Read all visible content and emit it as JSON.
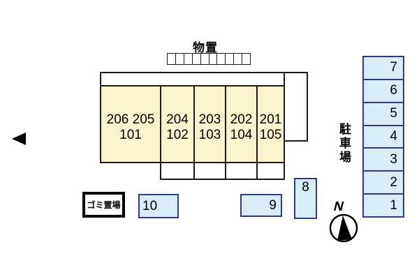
{
  "storage": {
    "label": "物置",
    "cell_count": 10
  },
  "building": {
    "units": [
      {
        "upper": "206 205",
        "lower": "101"
      },
      {
        "upper": "204",
        "lower": "102"
      },
      {
        "upper": "203",
        "lower": "103"
      },
      {
        "upper": "202",
        "lower": "104"
      },
      {
        "upper": "201",
        "lower": "105"
      }
    ]
  },
  "parking": {
    "area_label": "駐車場",
    "column_spaces": [
      "7",
      "6",
      "5",
      "4",
      "3",
      "2",
      "1"
    ],
    "space_8": "8",
    "space_9": "9",
    "space_10": "10"
  },
  "garbage": {
    "label": "ゴミ置場"
  },
  "compass": {
    "north_label": "N"
  },
  "colors": {
    "unit_fill": "#FAF3CC",
    "parking_fill": "#D9EDF9",
    "parking_border": "#2B3A8F",
    "outline": "#1A1A1A"
  }
}
